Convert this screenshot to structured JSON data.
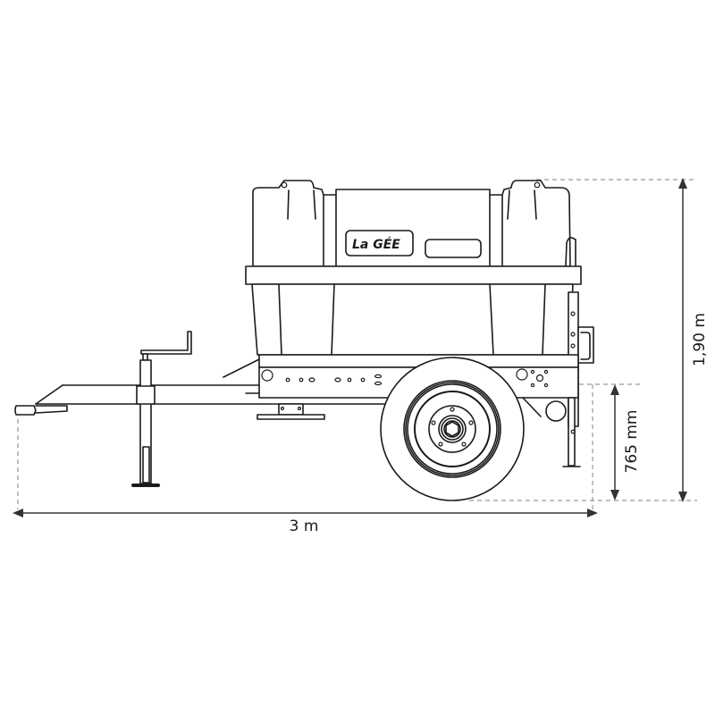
{
  "diagram": {
    "subject": "Single-axle tank trailer side view",
    "brand_logo": "La GÉE",
    "dimensions": {
      "total_length": "3 m",
      "total_height": "1,90 m",
      "chassis_height": "765 mm"
    }
  },
  "colors": {
    "line": "#1a1a1a",
    "dimension_line": "#555555",
    "guide_dash": "#9a9a9a",
    "background": "#ffffff"
  }
}
